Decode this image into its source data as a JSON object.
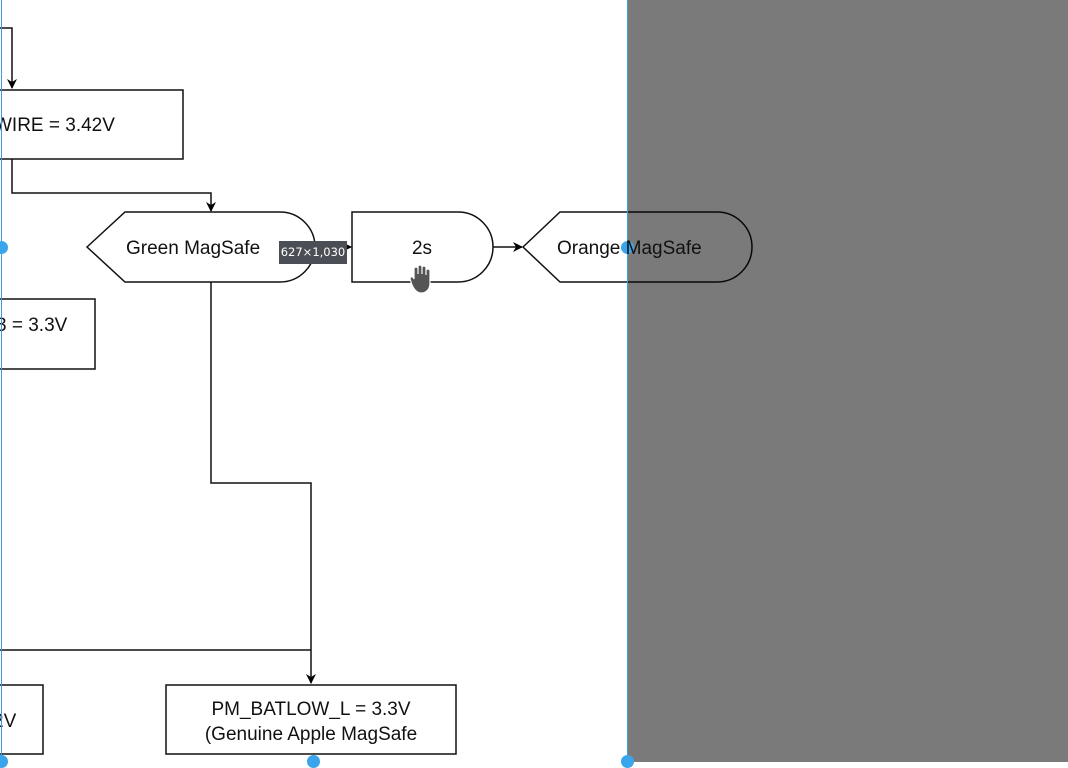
{
  "diagram": {
    "nodes": {
      "wire": "WIRE = 3.42V",
      "green": "Green MagSafe",
      "delay": "2s",
      "orange": "Orange MagSafe",
      "left_mid": "3 = 3.3V",
      "left_bottom": "2V",
      "batlow_line1": "PM_BATLOW_L = 3.3V",
      "batlow_line2": "(Genuine Apple MagSafe"
    }
  },
  "selection": {
    "size_label": "627×1,030",
    "accent_color": "#3aa5ea"
  },
  "cursor": {
    "icon": "hand-grab-icon"
  }
}
